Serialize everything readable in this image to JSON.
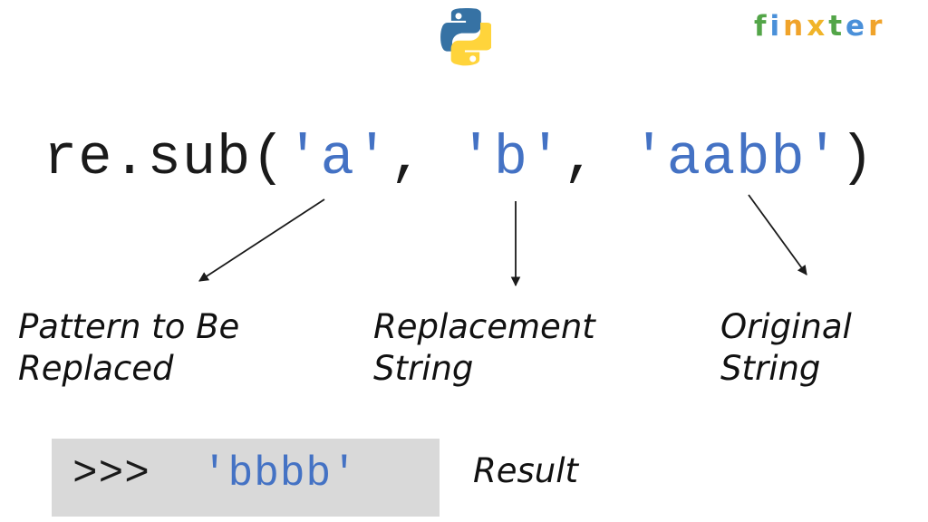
{
  "slide": {
    "background_color": "#ffffff",
    "accent_blue": "#4472c4",
    "code_text_color": "#1a1a1a",
    "result_box_color": "#d9d9d9"
  },
  "logos": {
    "python": {
      "icon": "python-logo-icon",
      "blue": "#3672a4",
      "yellow": "#ffd champion"
    },
    "finxter": {
      "letters": [
        {
          "char": "f",
          "color": "#53a548"
        },
        {
          "char": "i",
          "color": "#4a90d9"
        },
        {
          "char": "n",
          "color": "#f0a32a"
        },
        {
          "char": "x",
          "color": "#f0b429"
        },
        {
          "char": "t",
          "color": "#53a548"
        },
        {
          "char": "e",
          "color": "#4a90d9"
        },
        {
          "char": "r",
          "color": "#f0a32a"
        }
      ]
    }
  },
  "code": {
    "segments": [
      {
        "text": "re.sub(",
        "style": "plain"
      },
      {
        "text": "'a'",
        "style": "string"
      },
      {
        "text": ", ",
        "style": "plain"
      },
      {
        "text": "'b'",
        "style": "string"
      },
      {
        "text": ", ",
        "style": "plain"
      },
      {
        "text": "'aabb'",
        "style": "string"
      },
      {
        "text": ")",
        "style": "plain"
      }
    ],
    "plain_1": "re.sub(",
    "string_1": "'a'",
    "plain_2": ", ",
    "string_2": "'b'",
    "plain_3": ", ",
    "string_3": "'aabb'",
    "plain_4": ")",
    "full_text": "re.sub('a', 'b', 'aabb')"
  },
  "annotations": {
    "pattern": "Pattern to Be\nReplaced",
    "replacement": "Replacement\nString",
    "original": "Original\nString",
    "result": "Result"
  },
  "result": {
    "prompt": ">>>  ",
    "value": "'bbbb'",
    "full_text": ">>>  'bbbb'"
  }
}
